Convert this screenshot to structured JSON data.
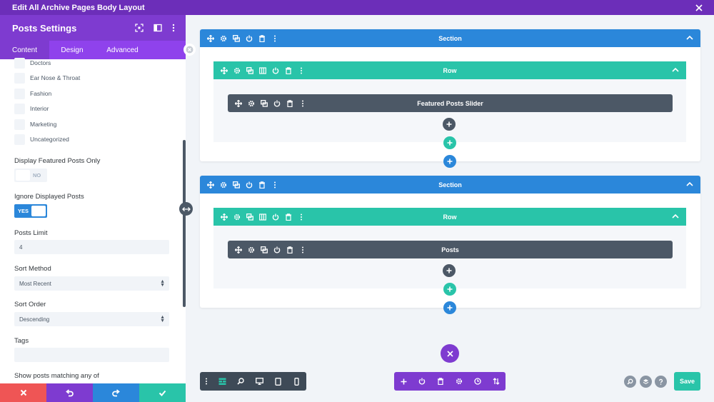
{
  "window": {
    "title": "Edit All Archive Pages Body Layout"
  },
  "panel": {
    "title": "Posts Settings",
    "tabs": [
      "Content",
      "Design",
      "Advanced"
    ],
    "categories": [
      "Doctors",
      "Ear Nose & Throat",
      "Fashion",
      "Interior",
      "Marketing",
      "Uncategorized"
    ],
    "featured_label": "Display Featured Posts Only",
    "featured_value": "NO",
    "ignore_label": "Ignore Displayed Posts",
    "ignore_value": "YES",
    "limit_label": "Posts Limit",
    "limit_value": "4",
    "sort_method_label": "Sort Method",
    "sort_method_value": "Most Recent",
    "sort_order_label": "Sort Order",
    "sort_order_value": "Descending",
    "tags_label": "Tags",
    "tags_value": "",
    "match_label": "Show posts matching any of"
  },
  "canvas": {
    "sections": [
      {
        "label": "Section",
        "row_label": "Row",
        "module_label": "Featured Posts Slider"
      },
      {
        "label": "Section",
        "row_label": "Row",
        "module_label": "Posts"
      }
    ]
  },
  "footer": {
    "save_label": "Save"
  },
  "colors": {
    "purple": "#6c2eb9",
    "tab_purple": "#8f42ec",
    "section_blue": "#2b87da",
    "row_teal": "#29c4a9",
    "module_gray": "#4c5866",
    "discard_red": "#ef5555"
  }
}
